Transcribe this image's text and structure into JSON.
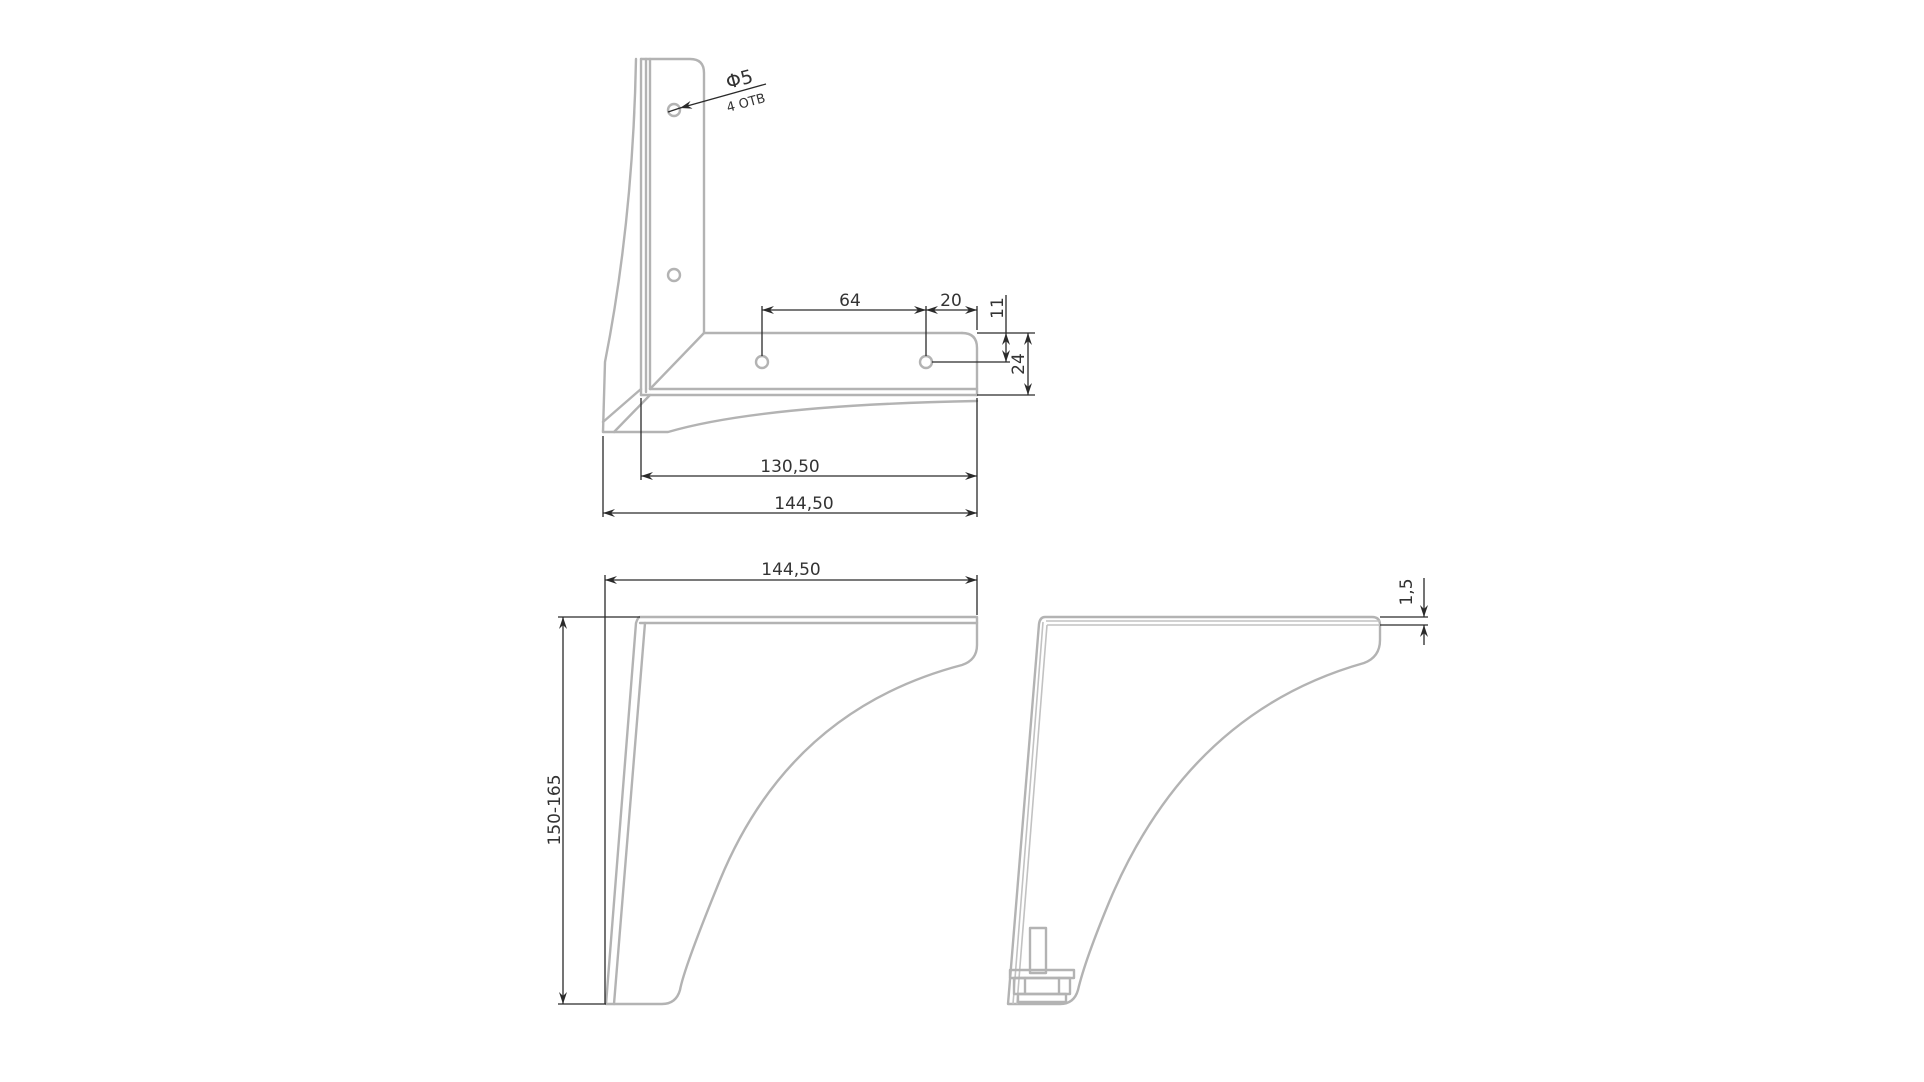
{
  "drawing": {
    "title": "Bracket leg technical drawing",
    "colors": {
      "part_outline": "#b3b3b3",
      "dimension_lines": "#2a2a2a",
      "background": "#ffffff"
    },
    "views": {
      "top_view": {
        "hole_note": {
          "diameter": "Φ5",
          "count": "4 ОТВ"
        },
        "dimensions": {
          "hole_spacing": "64",
          "hole_offset_end": "20",
          "hole_offset_edge": "11",
          "arm_width": "24",
          "inner_length": "130,50",
          "overall_length": "144,50"
        }
      },
      "side_view_left": {
        "dimensions": {
          "overall_length": "144,50",
          "height": "150-165"
        }
      },
      "side_view_right": {
        "dimensions": {
          "thickness": "1,5"
        },
        "feature": "adjustable-foot"
      }
    }
  }
}
